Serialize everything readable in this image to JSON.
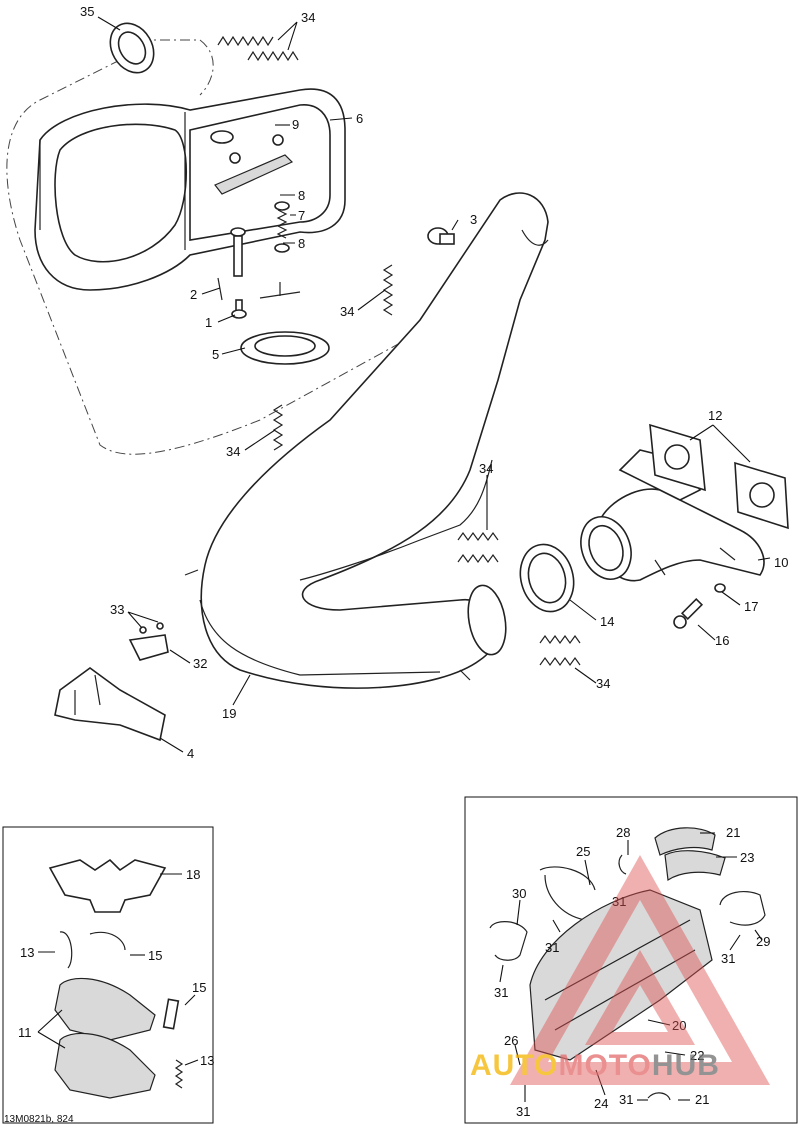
{
  "diagram": {
    "drawing_code": "13M0821b, 824",
    "callouts": {
      "c35": "35",
      "c34a": "34",
      "c6": "6",
      "c9": "9",
      "c8a": "8",
      "c7": "7",
      "c8b": "8",
      "c3": "3",
      "c2": "2",
      "c1": "1",
      "c34b": "34",
      "c5": "5",
      "c34c": "34",
      "c34d": "34",
      "c12": "12",
      "c10": "10",
      "c17": "17",
      "c16": "16",
      "c14": "14",
      "c34e": "34",
      "c33": "33",
      "c32": "32",
      "c19": "19",
      "c4": "4",
      "c18": "18",
      "c13a": "13",
      "c15a": "15",
      "c15b": "15",
      "c11": "11",
      "c13b": "13",
      "c28": "28",
      "c21a": "21",
      "c25": "25",
      "c23": "23",
      "c30": "30",
      "c31a": "31",
      "c31b": "31",
      "c29": "29",
      "c31c": "31",
      "c31d": "31",
      "c20": "20",
      "c26": "26",
      "c22": "22",
      "c31e": "31",
      "c24": "24",
      "c31f": "31",
      "c21b": "21"
    }
  },
  "watermark": {
    "part1": "AUTO",
    "part2": "MOTO",
    "part3": "HUB",
    "colors": {
      "auto": "#f5b400",
      "moto": "#e36b6b",
      "hub": "#707070",
      "logo": "#e05050"
    }
  }
}
